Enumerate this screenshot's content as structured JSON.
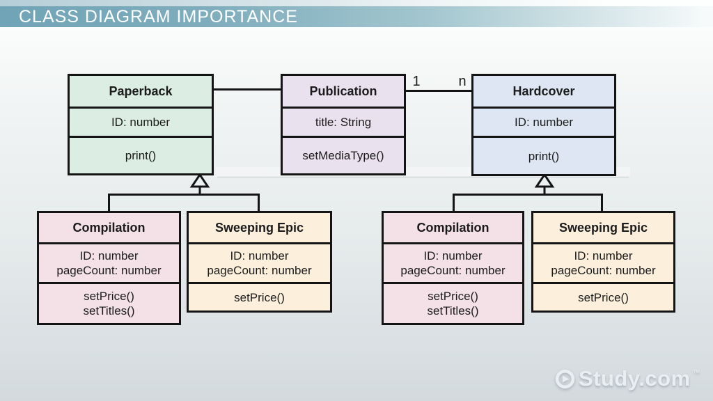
{
  "slide": {
    "title": "CLASS DIAGRAM IMPORTANCE"
  },
  "diagram": {
    "classes": [
      {
        "name": "Paperback",
        "attributes": [
          "ID: number"
        ],
        "methods": [
          "print()"
        ],
        "fill": "#dceee3"
      },
      {
        "name": "Publication",
        "attributes": [
          "title: String"
        ],
        "methods": [
          "setMediaType()"
        ],
        "fill": "#e9e1ed"
      },
      {
        "name": "Hardcover",
        "attributes": [
          "ID: number"
        ],
        "methods": [
          "print()"
        ],
        "fill": "#dde6f2"
      },
      {
        "name": "Compilation",
        "attributes": [
          "ID: number",
          "pageCount: number"
        ],
        "methods": [
          "setPrice()",
          "setTitles()"
        ],
        "fill": "#f3e1e7"
      },
      {
        "name": "Sweeping Epic",
        "attributes": [
          "ID: number",
          "pageCount: number"
        ],
        "methods": [
          "setPrice()"
        ],
        "fill": "#fcf0dd"
      },
      {
        "name": "Compilation",
        "attributes": [
          "ID: number",
          "pageCount: number"
        ],
        "methods": [
          "setPrice()",
          "setTitles()"
        ],
        "fill": "#f3e1e7"
      },
      {
        "name": "Sweeping Epic",
        "attributes": [
          "ID: number",
          "pageCount: number"
        ],
        "methods": [
          "setPrice()"
        ],
        "fill": "#fcf0dd"
      }
    ],
    "relationships": [
      {
        "type": "association",
        "from": "Paperback",
        "to": "Publication"
      },
      {
        "type": "association",
        "from": "Publication",
        "to": "Hardcover",
        "from_multiplicity": "1",
        "to_multiplicity": "n"
      },
      {
        "type": "generalization",
        "parent": "Paperback",
        "children": [
          "Compilation",
          "Sweeping Epic"
        ]
      },
      {
        "type": "generalization",
        "parent": "Hardcover",
        "children": [
          "Compilation",
          "Sweeping Epic"
        ]
      }
    ]
  },
  "branding": {
    "logo_text": "Study.com",
    "trademark": "™"
  },
  "colors": {
    "title_bar": "#6fa4b6",
    "title_bar_strip": "#b5ced7",
    "title_text": "#ffffff",
    "box_border": "#141414",
    "background_top": "#fbfcfc",
    "background_bottom": "#d3dade"
  }
}
